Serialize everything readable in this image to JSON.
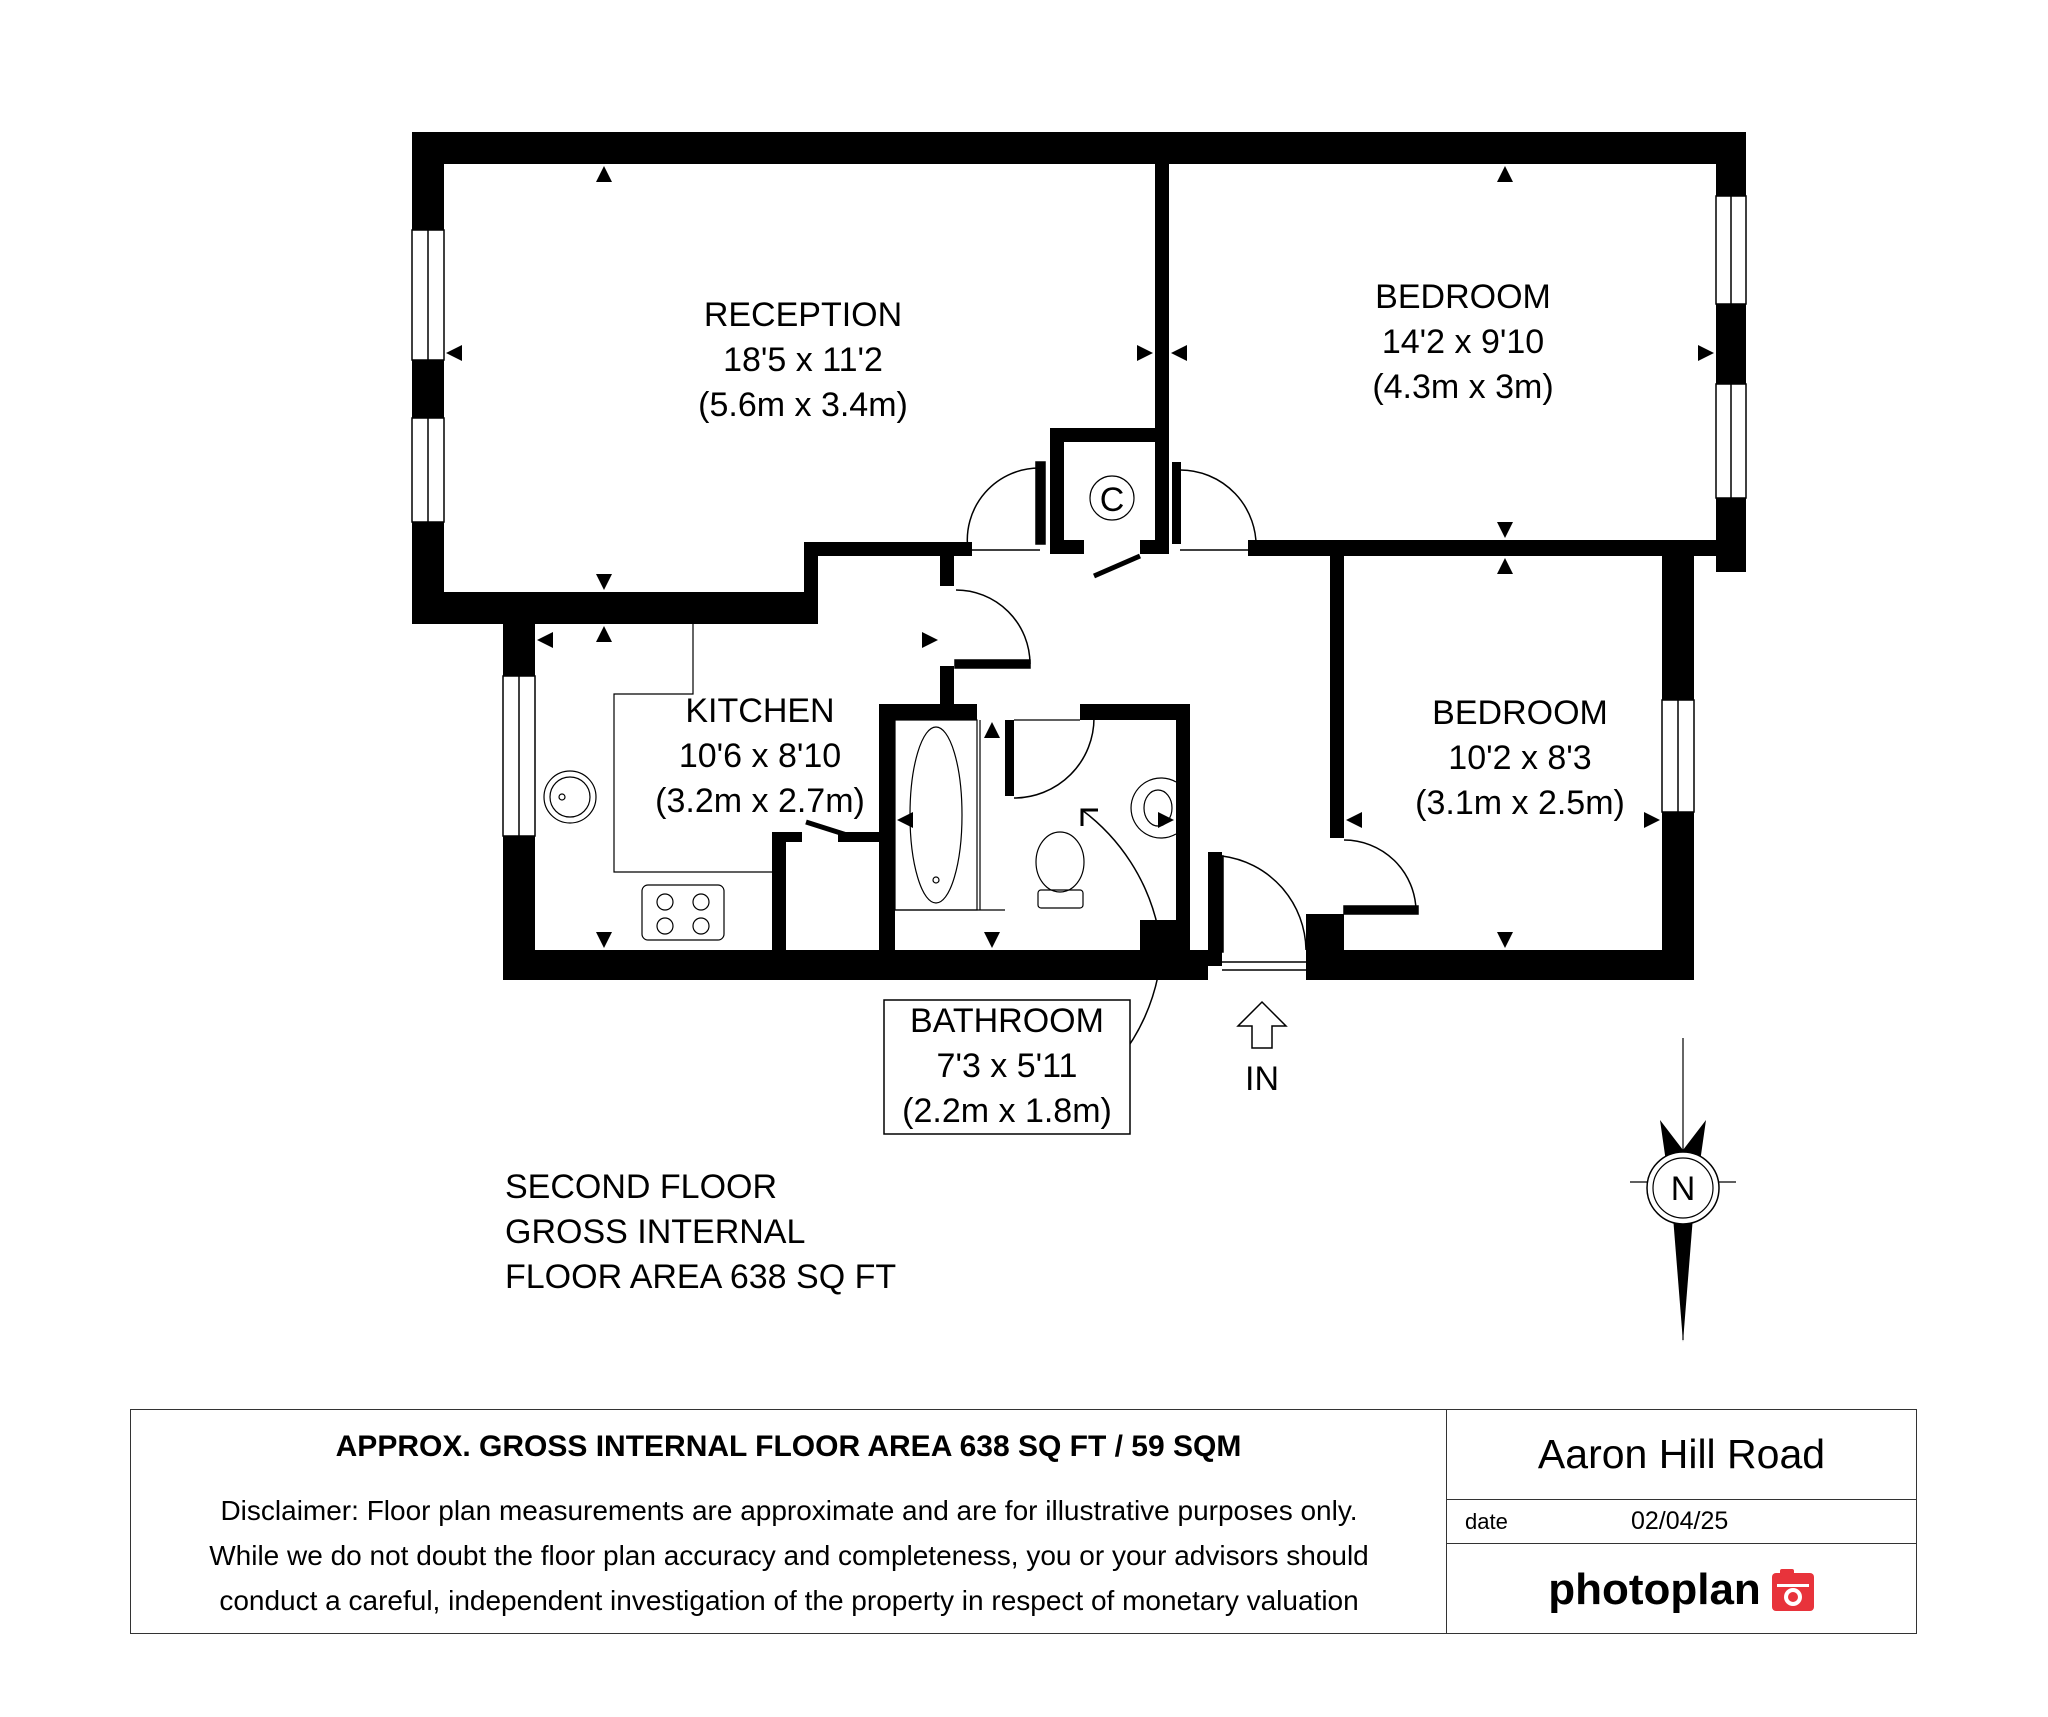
{
  "rooms": {
    "reception": {
      "name": "RECEPTION",
      "imperial": "18'5 x 11'2",
      "metric": "(5.6m x 3.4m)"
    },
    "bedroom1": {
      "name": "BEDROOM",
      "imperial": "14'2 x 9'10",
      "metric": "(4.3m x 3m)"
    },
    "kitchen": {
      "name": "KITCHEN",
      "imperial": "10'6 x 8'10",
      "metric": "(3.2m x 2.7m)"
    },
    "bedroom2": {
      "name": "BEDROOM",
      "imperial": "10'2 x 8'3",
      "metric": "(3.1m x 2.5m)"
    },
    "bathroom": {
      "name": "BATHROOM",
      "imperial": "7'3 x 5'11",
      "metric": "(2.2m x 1.8m)"
    }
  },
  "cupboard_label": "C",
  "entrance_label": "IN",
  "compass_label": "N",
  "floor_notes": [
    "SECOND FLOOR",
    "GROSS INTERNAL",
    "FLOOR AREA 638 SQ FT"
  ],
  "footer": {
    "heading": "APPROX. GROSS INTERNAL FLOOR AREA 638 SQ FT / 59 SQM",
    "disclaimer": [
      "Disclaimer: Floor plan measurements are approximate and are for illustrative purposes only.",
      "While we do not doubt the floor plan accuracy and completeness, you or your advisors should",
      "conduct a careful, independent investigation of the property in respect of monetary valuation"
    ],
    "address": "Aaron Hill Road",
    "date_label": "date",
    "date_value": "02/04/25",
    "brand": "photoplan",
    "brand_icon": "camera-icon",
    "brand_color": "#e8333b"
  }
}
